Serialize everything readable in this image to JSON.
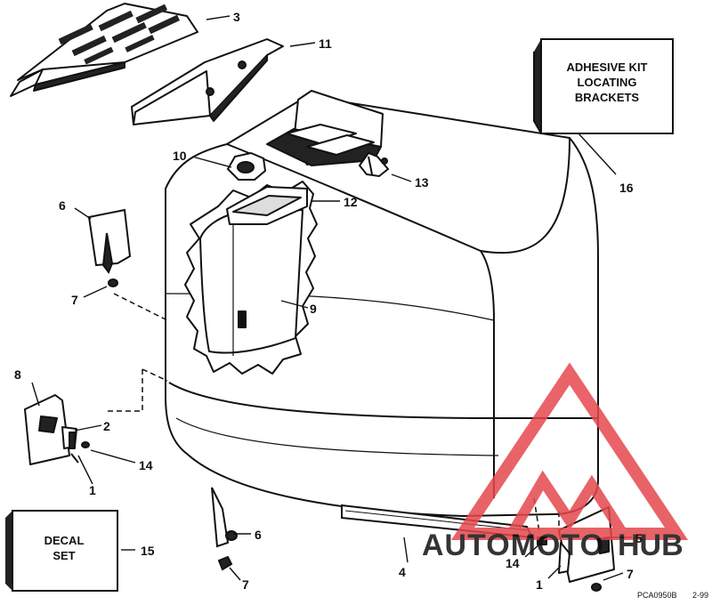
{
  "callouts": {
    "c1a": "1",
    "c1b": "1",
    "c2": "2",
    "c3": "3",
    "c4": "4",
    "c5": "5",
    "c6a": "6",
    "c6b": "6",
    "c7a": "7",
    "c7b": "7",
    "c7c": "7",
    "c8": "8",
    "c9": "9",
    "c10": "10",
    "c11": "11",
    "c12": "12",
    "c13": "13",
    "c14a": "14",
    "c14b": "14",
    "c15": "15",
    "c16": "16"
  },
  "boxes": {
    "adhesive_kit": [
      "ADHESIVE KIT",
      "LOCATING",
      "BRACKETS"
    ],
    "decal_set": [
      "DECAL",
      "SET"
    ]
  },
  "footer": {
    "code": "PCA0950B",
    "date": "2-99"
  },
  "watermark": {
    "text": "AUTOMOTOHUB",
    "color": "#e5484d",
    "accent": "#f2a42c"
  }
}
